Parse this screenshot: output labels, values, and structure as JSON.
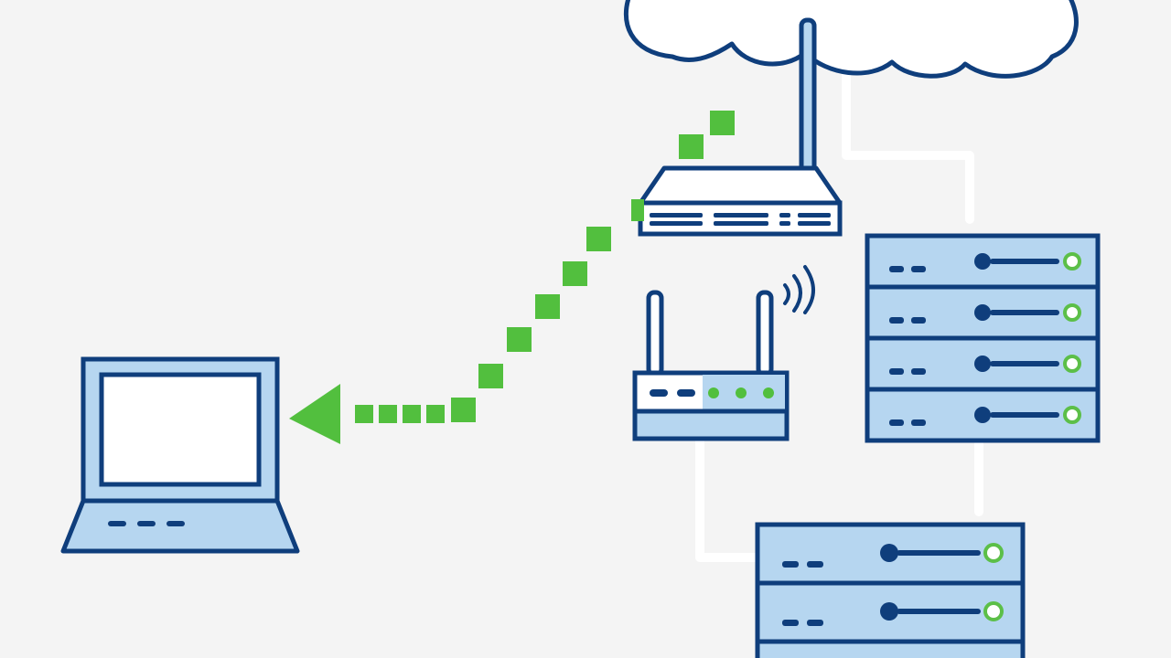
{
  "diagram": {
    "text_labels": [],
    "nodes": [
      {
        "id": "internet",
        "icon": "cloud-icon"
      },
      {
        "id": "edge_router",
        "icon": "router-icon"
      },
      {
        "id": "wifi_router",
        "icon": "wireless-router-icon"
      },
      {
        "id": "server_rack_1",
        "icon": "server-rack-icon",
        "units": 4
      },
      {
        "id": "server_rack_2",
        "icon": "server-rack-icon",
        "units": 2
      },
      {
        "id": "laptop",
        "icon": "laptop-icon"
      }
    ],
    "edges": [
      {
        "from": "edge_router",
        "to": "laptop",
        "style": "dashed",
        "direction": "to-laptop"
      }
    ]
  },
  "colors": {
    "background": "#f4f4f4",
    "outline": "#0f3e7c",
    "fill_light": "#b6d6f0",
    "fill_white": "#ffffff",
    "accent_green": "#52bf3e",
    "led_ring": "#5cbf48",
    "connector_white": "#ffffff"
  }
}
